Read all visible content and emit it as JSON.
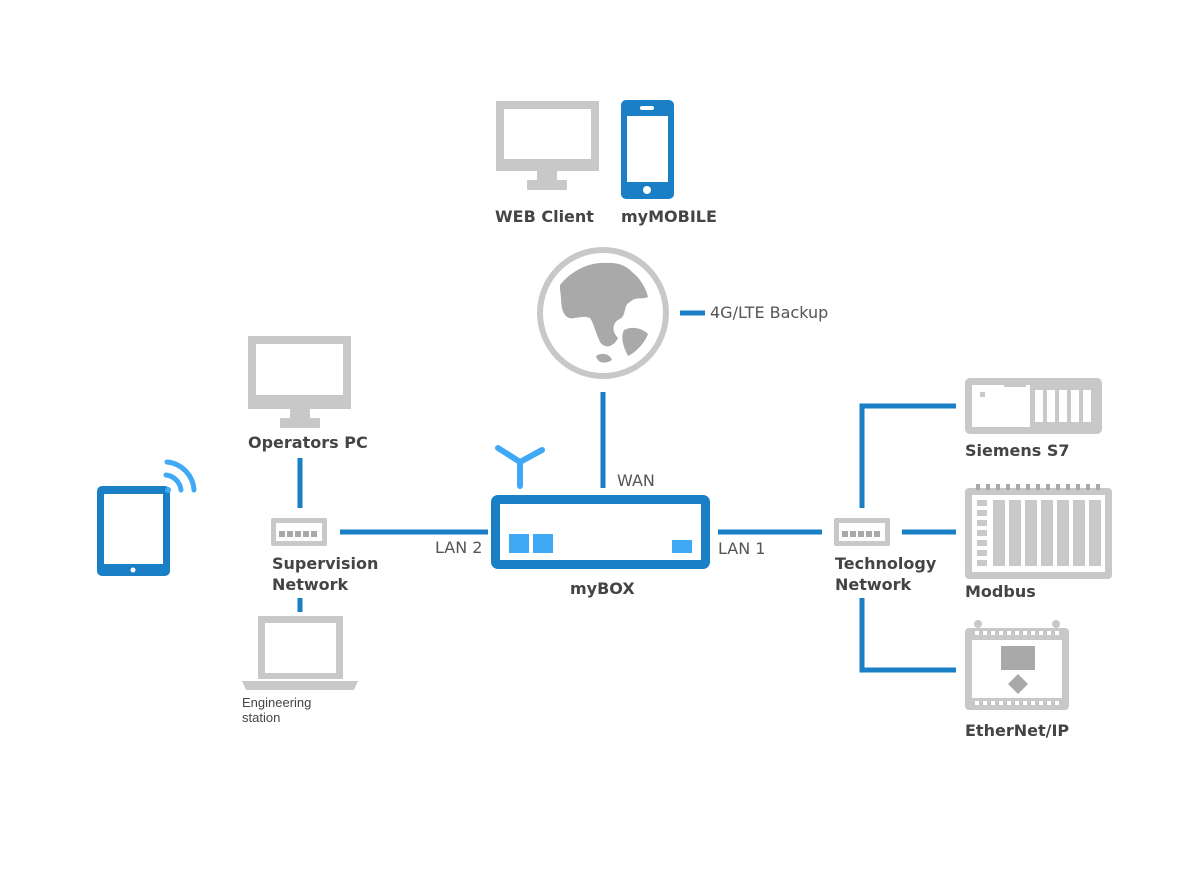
{
  "colors": {
    "link": "#1a7fc4",
    "device_blue": "#1a7fc4",
    "port_light": "#3fa9f5",
    "gray": "#c8c8c8",
    "gray_dark": "#a9a9a9",
    "text": "#444444"
  },
  "nodes": {
    "web_client": {
      "label": "WEB Client",
      "icon": "monitor-icon"
    },
    "my_mobile": {
      "label": "myMOBILE",
      "icon": "smartphone-icon"
    },
    "internet": {
      "icon": "globe-icon"
    },
    "backup": {
      "label": "4G/LTE Backup"
    },
    "operators_pc": {
      "label": "Operators PC",
      "icon": "monitor-icon"
    },
    "tablet": {
      "icon": "tablet-icon"
    },
    "supervision_network": {
      "label_line1": "Supervision",
      "label_line2": "Network",
      "icon": "switch-icon"
    },
    "engineering_station": {
      "label_line1": "Engineering",
      "label_line2": "station",
      "icon": "laptop-icon"
    },
    "mybox": {
      "label": "myBOX",
      "icon": "router-icon"
    },
    "technology_network": {
      "label_line1": "Technology",
      "label_line2": "Network",
      "icon": "switch-icon"
    },
    "siemens_s7": {
      "label": "Siemens S7",
      "icon": "plc-icon"
    },
    "modbus": {
      "label": "Modbus",
      "icon": "plc-rack-icon"
    },
    "ethernet_ip": {
      "label": "EtherNet/IP",
      "icon": "io-module-icon"
    }
  },
  "ports": {
    "wan": "WAN",
    "lan1": "LAN 1",
    "lan2": "LAN 2"
  }
}
